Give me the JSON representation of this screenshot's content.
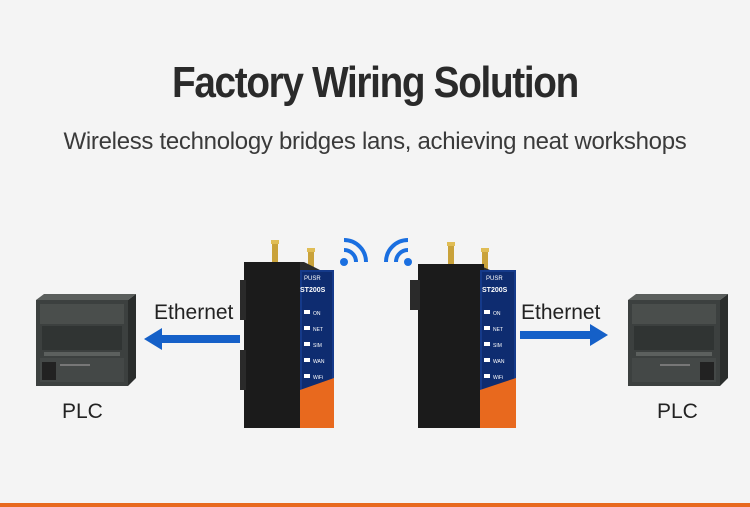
{
  "header": {
    "title": "Factory Wiring Solution",
    "subtitle": "Wireless technology bridges lans, achieving neat workshops"
  },
  "left": {
    "plc_label": "PLC",
    "link_label": "Ethernet"
  },
  "right": {
    "plc_label": "PLC",
    "link_label": "Ethernet"
  },
  "router": {
    "brand": "PUSR",
    "model": "ST200S",
    "indicators": [
      "ON",
      "NET",
      "SIM",
      "WAN",
      "WiFi"
    ]
  },
  "colors": {
    "accent_orange": "#e8691e",
    "arrow_blue": "#1560c8",
    "wifi_blue": "#1a6fe0",
    "device_black": "#1b1b1b",
    "panel_blue": "#153a8a"
  },
  "icons": {
    "wireless": "wifi-waves-icon",
    "arrow_left": "arrow-left-icon",
    "arrow_right": "arrow-right-icon"
  }
}
